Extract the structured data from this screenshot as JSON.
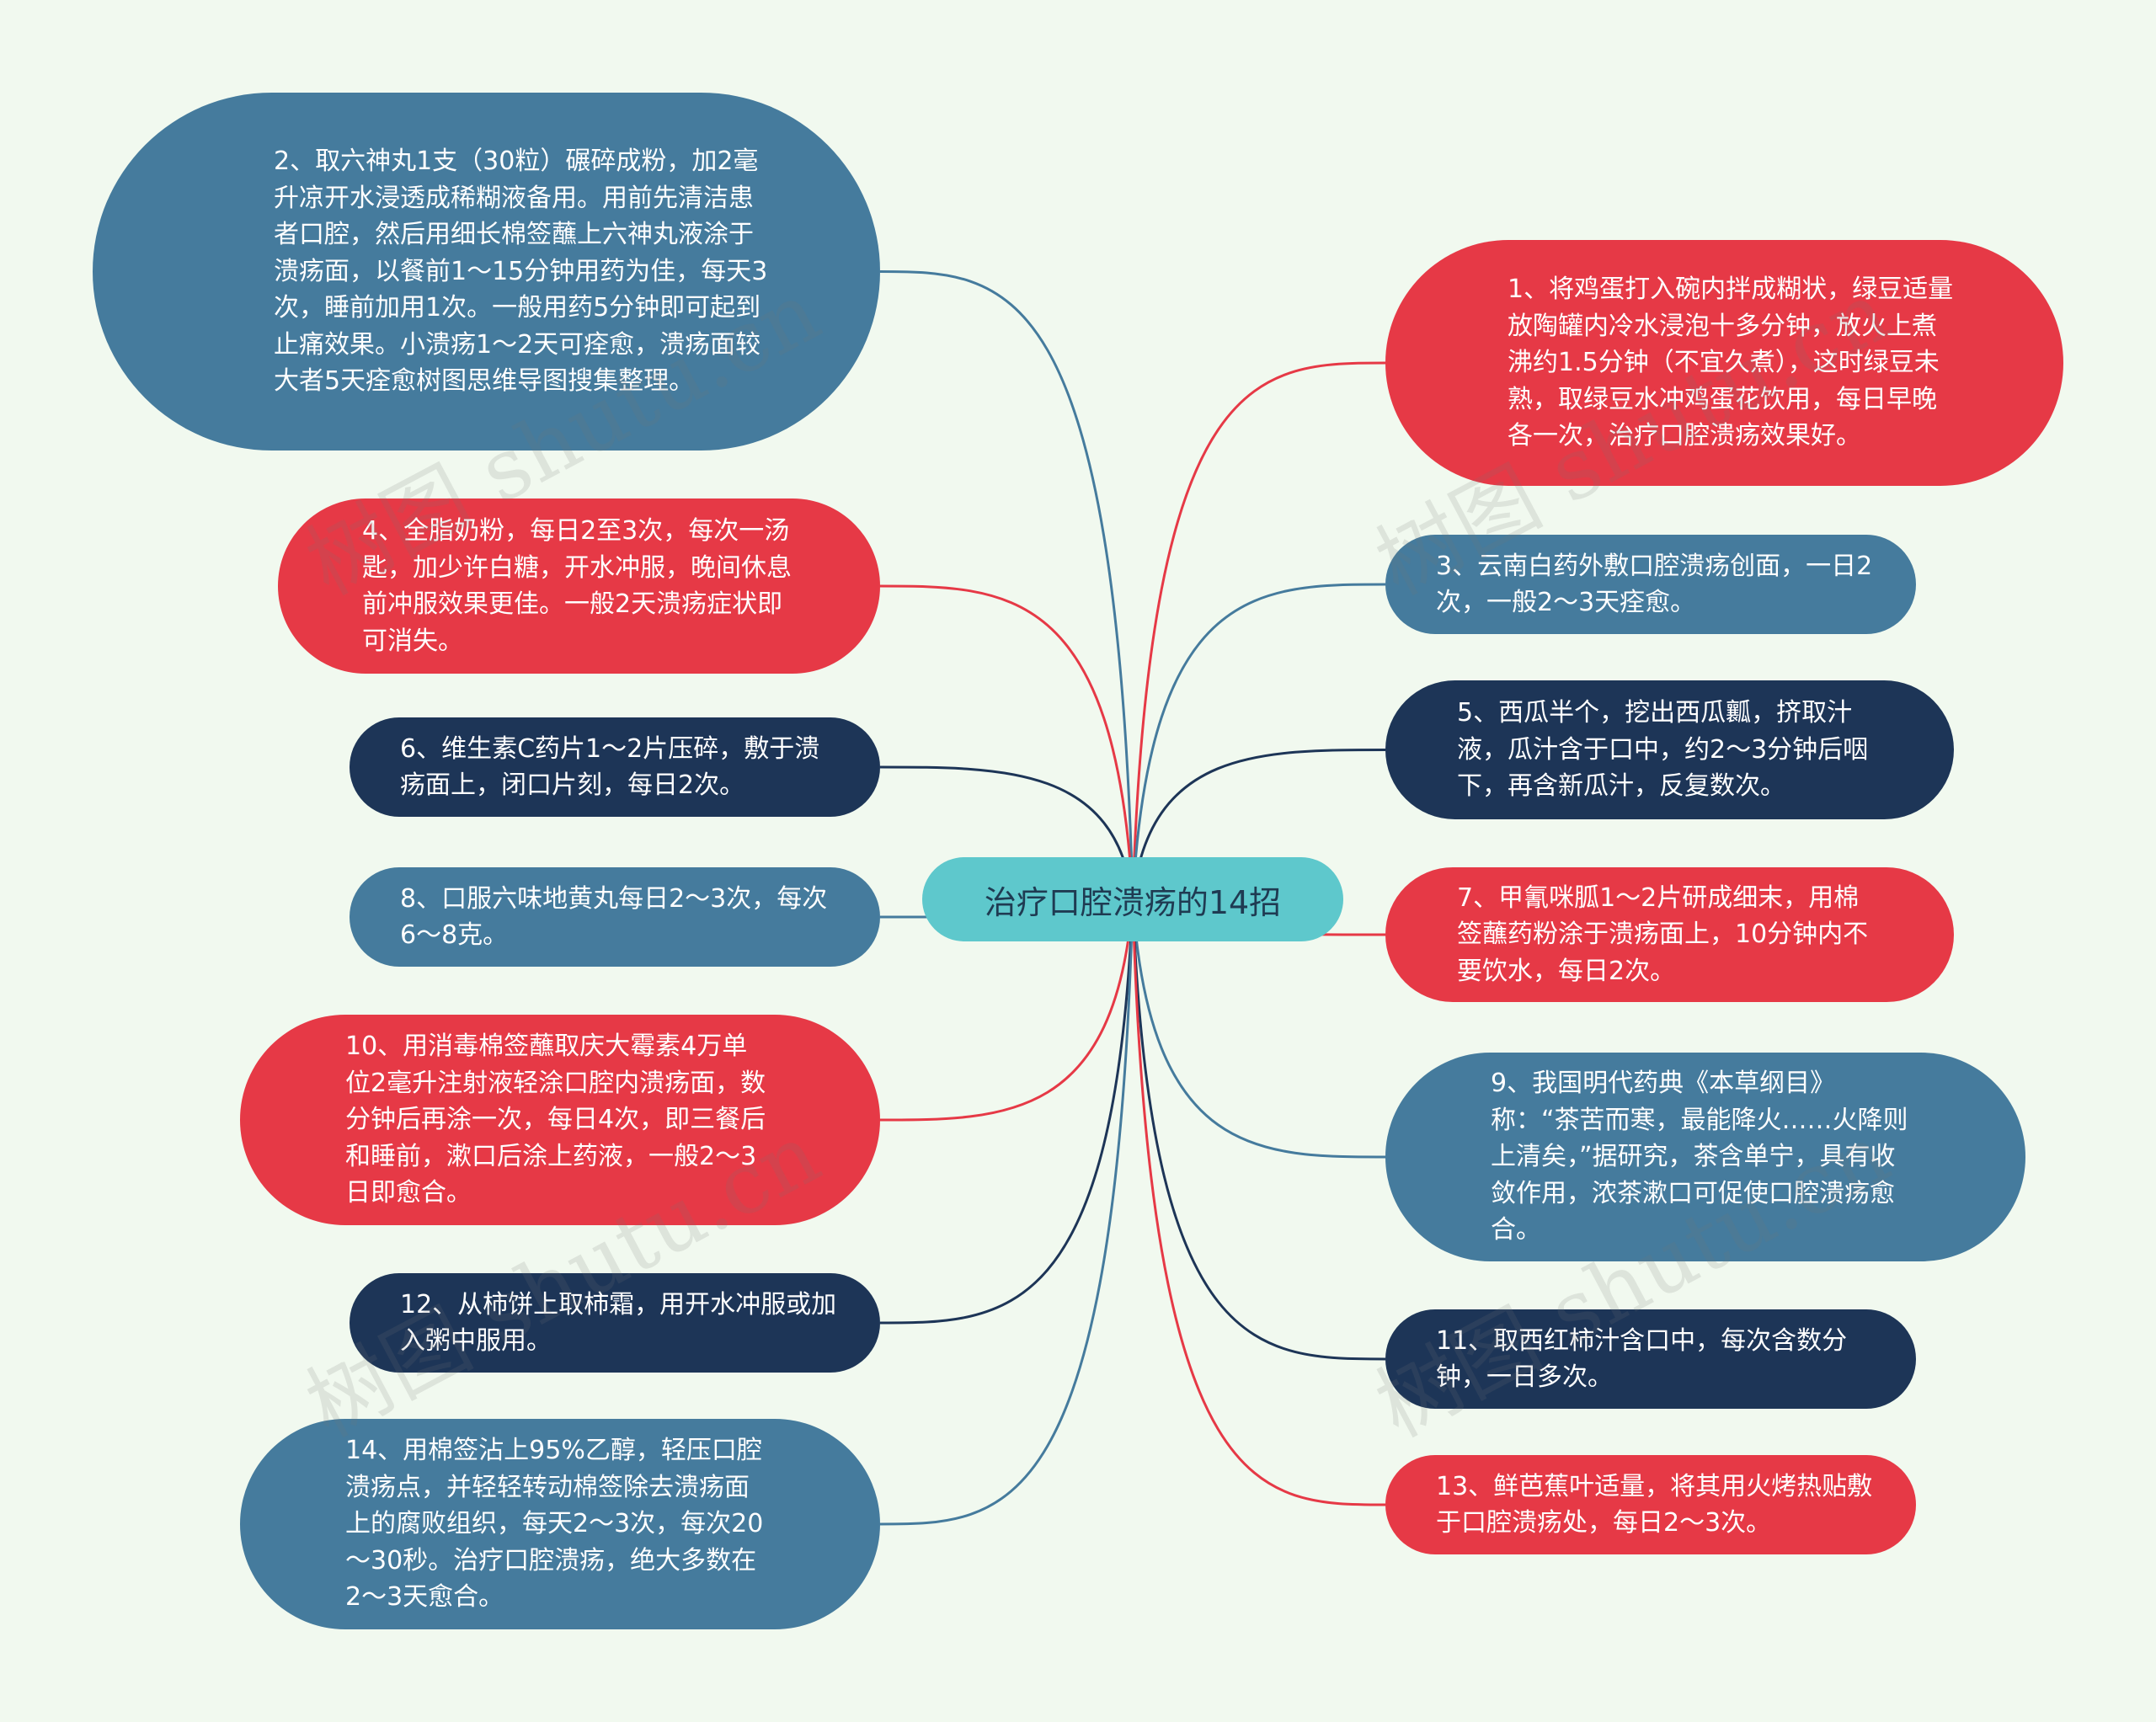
{
  "colors": {
    "background": "#f1f9ef",
    "center": "#5ec8cc",
    "steel": "#457b9d",
    "red": "#e63946",
    "navy": "#1d3557"
  },
  "center": {
    "label": "治疗口腔溃疡的14招"
  },
  "watermark": "树图 shutu.cn",
  "nodes": [
    {
      "id": "n2",
      "side": "left",
      "color": "steel",
      "text": "2、取六神丸1支（30粒）碾碎成粉，加2毫升凉开水浸透成稀糊液备用。用前先清洁患者口腔，然后用细长棉签蘸上六神丸液涂于溃疡面，以餐前1～15分钟用药为佳，每天3次，睡前加用1次。一般用药5分钟即可起到止痛效果。小溃疡1～2天可痊愈，溃疡面较大者5天痊愈树图思维导图搜集整理。"
    },
    {
      "id": "n4",
      "side": "left",
      "color": "red",
      "text": "4、全脂奶粉，每日2至3次，每次一汤匙，加少许白糖，开水冲服，晚间休息前冲服效果更佳。一般2天溃疡症状即可消失。"
    },
    {
      "id": "n6",
      "side": "left",
      "color": "navy",
      "text": "6、维生素C药片1～2片压碎，敷于溃疡面上，闭口片刻，每日2次。"
    },
    {
      "id": "n8",
      "side": "left",
      "color": "steel",
      "text": "8、口服六味地黄丸每日2～3次，每次6～8克。"
    },
    {
      "id": "n10",
      "side": "left",
      "color": "red",
      "text": "10、用消毒棉签蘸取庆大霉素4万单位2毫升注射液轻涂口腔内溃疡面，数分钟后再涂一次，每日4次，即三餐后和睡前，漱口后涂上药液，一般2～3日即愈合。"
    },
    {
      "id": "n12",
      "side": "left",
      "color": "navy",
      "text": "12、从柿饼上取柿霜，用开水冲服或加入粥中服用。"
    },
    {
      "id": "n14",
      "side": "left",
      "color": "steel",
      "text": "14、用棉签沾上95%乙醇，轻压口腔溃疡点，并轻轻转动棉签除去溃疡面上的腐败组织，每天2～3次，每次20～30秒。治疗口腔溃疡，绝大多数在2～3天愈合。"
    },
    {
      "id": "n1",
      "side": "right",
      "color": "red",
      "text": "1、将鸡蛋打入碗内拌成糊状，绿豆适量放陶罐内冷水浸泡十多分钟，放火上煮沸约1.5分钟（不宜久煮），这时绿豆未熟，取绿豆水冲鸡蛋花饮用，每日早晚各一次，治疗口腔溃疡效果好。"
    },
    {
      "id": "n3",
      "side": "right",
      "color": "steel",
      "text": "3、云南白药外敷口腔溃疡创面，一日2次，一般2～3天痊愈。"
    },
    {
      "id": "n5",
      "side": "right",
      "color": "navy",
      "text": "5、西瓜半个，挖出西瓜瓤，挤取汁液，瓜汁含于口中，约2～3分钟后咽下，再含新瓜汁，反复数次。"
    },
    {
      "id": "n7",
      "side": "right",
      "color": "red",
      "text": "7、甲氰咪胍1～2片研成细末，用棉签蘸药粉涂于溃疡面上，10分钟内不要饮水，每日2次。"
    },
    {
      "id": "n9",
      "side": "right",
      "color": "steel",
      "text": "9、我国明代药典《本草纲目》称：“茶苦而寒，最能降火……火降则上清矣，”据研究，茶含单宁，具有收敛作用，浓茶漱口可促使口腔溃疡愈合。"
    },
    {
      "id": "n11",
      "side": "right",
      "color": "navy",
      "text": "11、取西红柿汁含口中，每次含数分钟，一日多次。"
    },
    {
      "id": "n13",
      "side": "right",
      "color": "red",
      "text": "13、鲜芭蕉叶适量，将其用火烤热贴敷于口腔溃疡处，每日2～3次。"
    }
  ]
}
